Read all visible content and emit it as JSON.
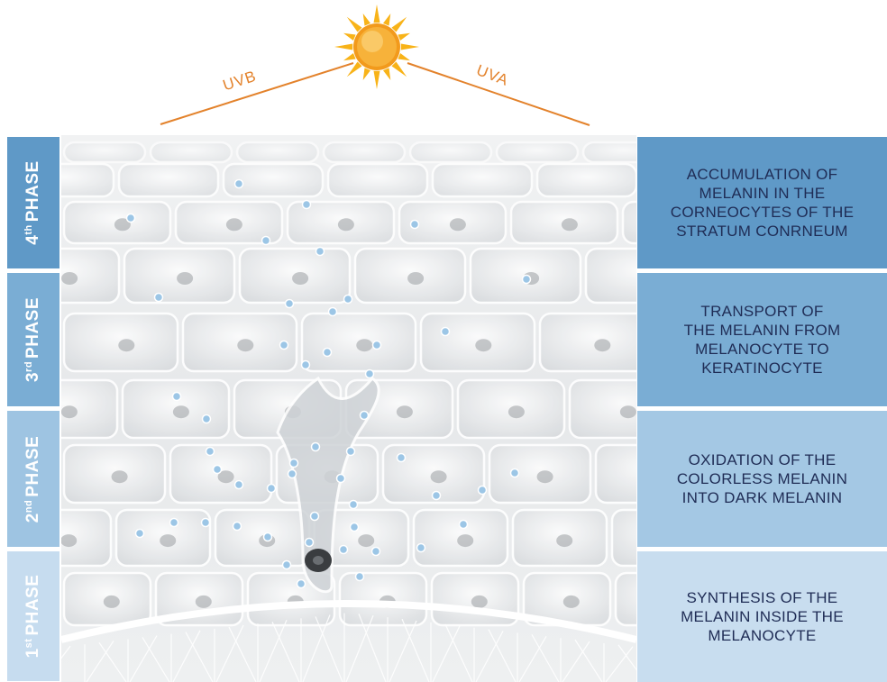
{
  "header": {
    "uvb_label": "UVB",
    "uva_label": "UVA"
  },
  "phases": [
    {
      "num": "4",
      "sup": "th",
      "word": "PHASE",
      "description": "ACCUMULATION OF\nMELANIN IN THE\nCORNEOCYTES OF THE\nSTRATUM CONRNEUM",
      "color": "#5f99c7"
    },
    {
      "num": "3",
      "sup": "rd",
      "word": "PHASE",
      "description": "TRANSPORT OF\nTHE MELANIN FROM\nMELANOCYTE TO\nKERATINOCYTE",
      "color": "#7aadd4"
    },
    {
      "num": "2",
      "sup": "nd",
      "word": "PHASE",
      "description": "OXIDATION OF THE\nCOLORLESS MELANIN\nINTO DARK MELANIN",
      "color": "#9ec4e2"
    },
    {
      "num": "1",
      "sup": "st",
      "word": "PHASE",
      "description": "SYNTHESIS OF THE\nMELANIN INSIDE THE\nMELANOCYTE",
      "color": "#c6dcef"
    }
  ],
  "colors": {
    "accent": "#e3822b",
    "sun": "#f6a31a",
    "text_dark": "#1f2c55"
  },
  "icons": {
    "sun": "sun-icon"
  }
}
